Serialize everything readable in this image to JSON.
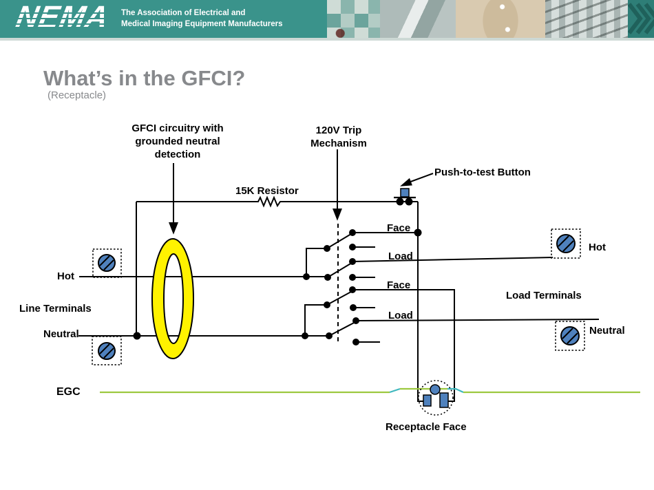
{
  "header": {
    "logo_text": "NEMA",
    "tagline_line1": "The Association of Electrical and",
    "tagline_line2": "Medical Imaging Equipment Manufacturers"
  },
  "slide": {
    "title": "What’s in the GFCI?",
    "subtitle": "(Receptacle)"
  },
  "diagram": {
    "labels": {
      "gfci_circuitry": "GFCI circuitry with\ngrounded neutral\ndetection",
      "trip_mechanism": "120V Trip\nMechanism",
      "resistor": "15K Resistor",
      "push_to_test": "Push-to-test Button",
      "face_top": "Face",
      "load_top": "Load",
      "face_bottom": "Face",
      "load_bottom": "Load",
      "line_hot": "Hot",
      "line_terminals": "Line Terminals",
      "line_neutral": "Neutral",
      "load_hot": "Hot",
      "load_terminals": "Load Terminals",
      "load_neutral": "Neutral",
      "egc": "EGC",
      "receptacle_face": "Receptacle Face"
    },
    "colors": {
      "header_teal": "#3A938B",
      "terminal_blue": "#4F81BD",
      "ct_ring_yellow": "#FFF200",
      "egc_green": "#9CC93F",
      "egc_cyan": "#3FB8BE",
      "wire_black": "#000000"
    }
  }
}
